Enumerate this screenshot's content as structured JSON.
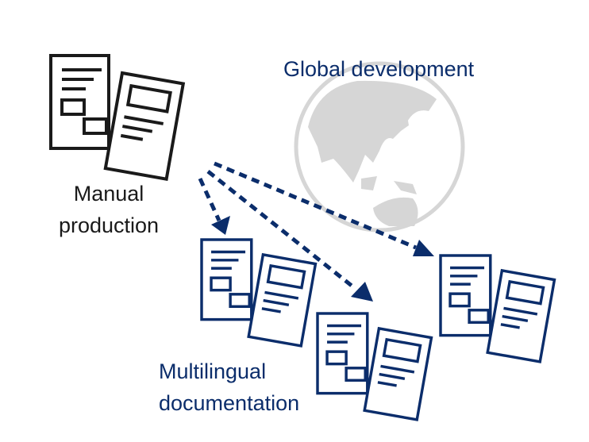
{
  "labels": {
    "global": "Global development",
    "manual_1": "Manual",
    "manual_2": "production",
    "multi_1": "Multilingual",
    "multi_2": "documentation"
  },
  "colors": {
    "navy": "#0b2d6b",
    "black": "#1a1a1a",
    "globe": "#d6d6d6"
  }
}
